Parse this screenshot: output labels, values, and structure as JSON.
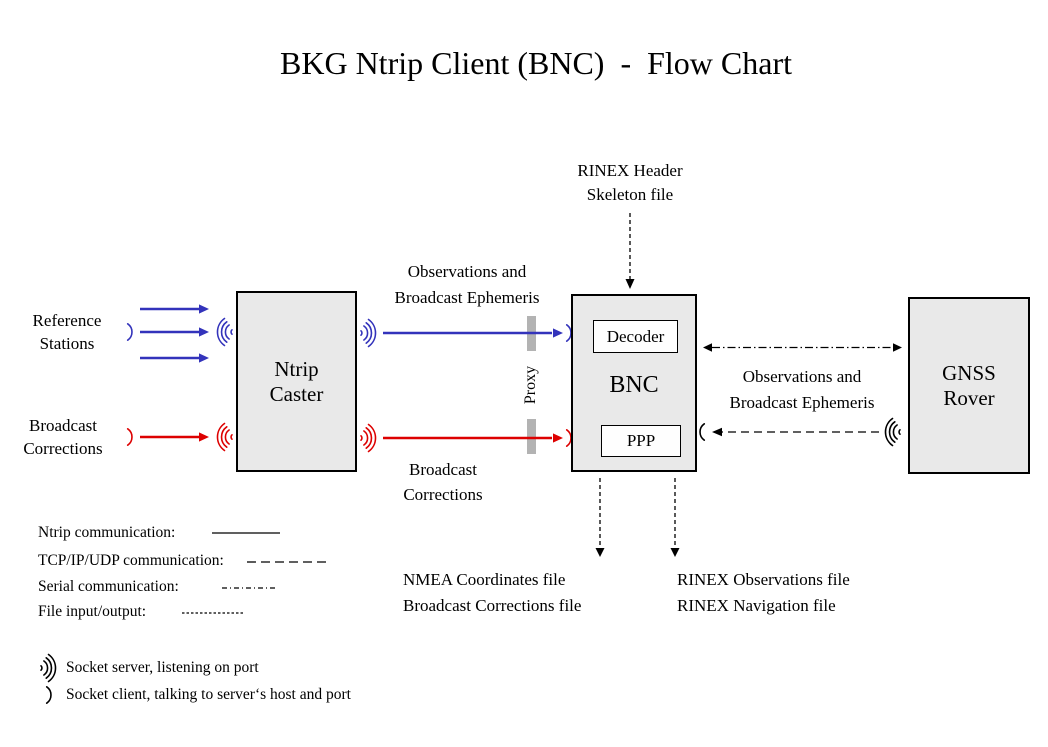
{
  "title": "BKG Ntrip Client (BNC)  -  Flow Chart",
  "colors": {
    "ntrip_blue": "#3333bb",
    "corrections_red": "#dd0000",
    "box_fill": "#e9e9e9",
    "proxy_bar": "#b3b3b3"
  },
  "nodes": {
    "ntrip_caster": {
      "label": "Ntrip\nCaster"
    },
    "bnc": {
      "label": "BNC",
      "decoder_label": "Decoder",
      "ppp_label": "PPP"
    },
    "gnss_rover": {
      "label": "GNSS\nRover"
    }
  },
  "inputs": {
    "reference_stations": "Reference\nStations",
    "broadcast_corrections": "Broadcast\nCorrections"
  },
  "flows": {
    "rinex_header_skeleton": "RINEX Header\nSkeleton file",
    "observations_ephemeris_caster_bnc": "Observations and\nBroadcast Ephemeris",
    "proxy": "Proxy",
    "broadcast_corrections_caster_bnc": "Broadcast\nCorrections",
    "observations_ephemeris_bnc_rover": "Observations and\nBroadcast Ephemeris"
  },
  "outputs": {
    "nmea_files": "NMEA Coordinates file\nBroadcast Corrections file",
    "rinex_files": "RINEX Observations file\nRINEX Navigation file"
  },
  "legend": {
    "items": [
      {
        "label": "Ntrip communication:",
        "style": "solid"
      },
      {
        "label": "TCP/IP/UDP communication:",
        "style": "dashed"
      },
      {
        "label": "Serial communication:",
        "style": "dashdot"
      },
      {
        "label": "File input/output:",
        "style": "dotted"
      }
    ],
    "socket_server": "Socket server, listening on port",
    "socket_client": "Socket client, talking to server‘s host and port"
  }
}
